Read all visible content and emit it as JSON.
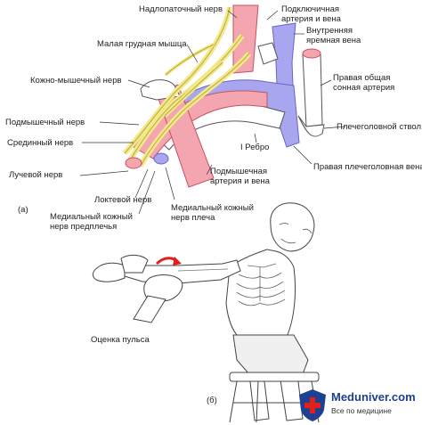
{
  "panel_a": {
    "panel_label": "(a)",
    "labels": {
      "suprascapular_nerve": "Надлопаточный нерв",
      "subclavian_artery_vein": "Подключичная артерия и вена",
      "internal_jugular_vein": "Внутренняя яремная вена",
      "pectoralis_minor": "Малая грудная мышца",
      "musculocutaneous_nerve": "Кожно-мышечный нерв",
      "right_common_carotid": "Правая общая сонная артерия",
      "axillary_nerve": "Подмышечный нерв",
      "brachiocephalic_trunk": "Плечеголовной ствол",
      "median_nerve": "Срединный нерв",
      "first_rib": "I Ребро",
      "radial_nerve": "Лучевой нерв",
      "right_brachiocephalic_vein": "Правая плечеголовная вена",
      "axillary_artery_vein": "Подмышечная артерия и вена",
      "ulnar_nerve": "Локтевой нерв",
      "medial_cutaneous_arm": "Медиальный кожный нерв плеча",
      "medial_cutaneous_forearm": "Медиальный кожный нерв предплечья"
    },
    "colors": {
      "artery": "#f4a6b0",
      "artery_edge": "#c8505f",
      "vein": "#a9a6f0",
      "vein_edge": "#6a64c8",
      "nerve": "#f3e98a",
      "nerve_edge": "#b9a83c"
    }
  },
  "panel_b": {
    "panel_label": "(б)",
    "caption": "Оценка пульса",
    "arrow_color": "#e0201c"
  },
  "logo": {
    "name": "Meduniver.com",
    "tagline": "Все по медицине",
    "shield_color": "#1f3f8f",
    "cross_color": "#e0201c"
  }
}
